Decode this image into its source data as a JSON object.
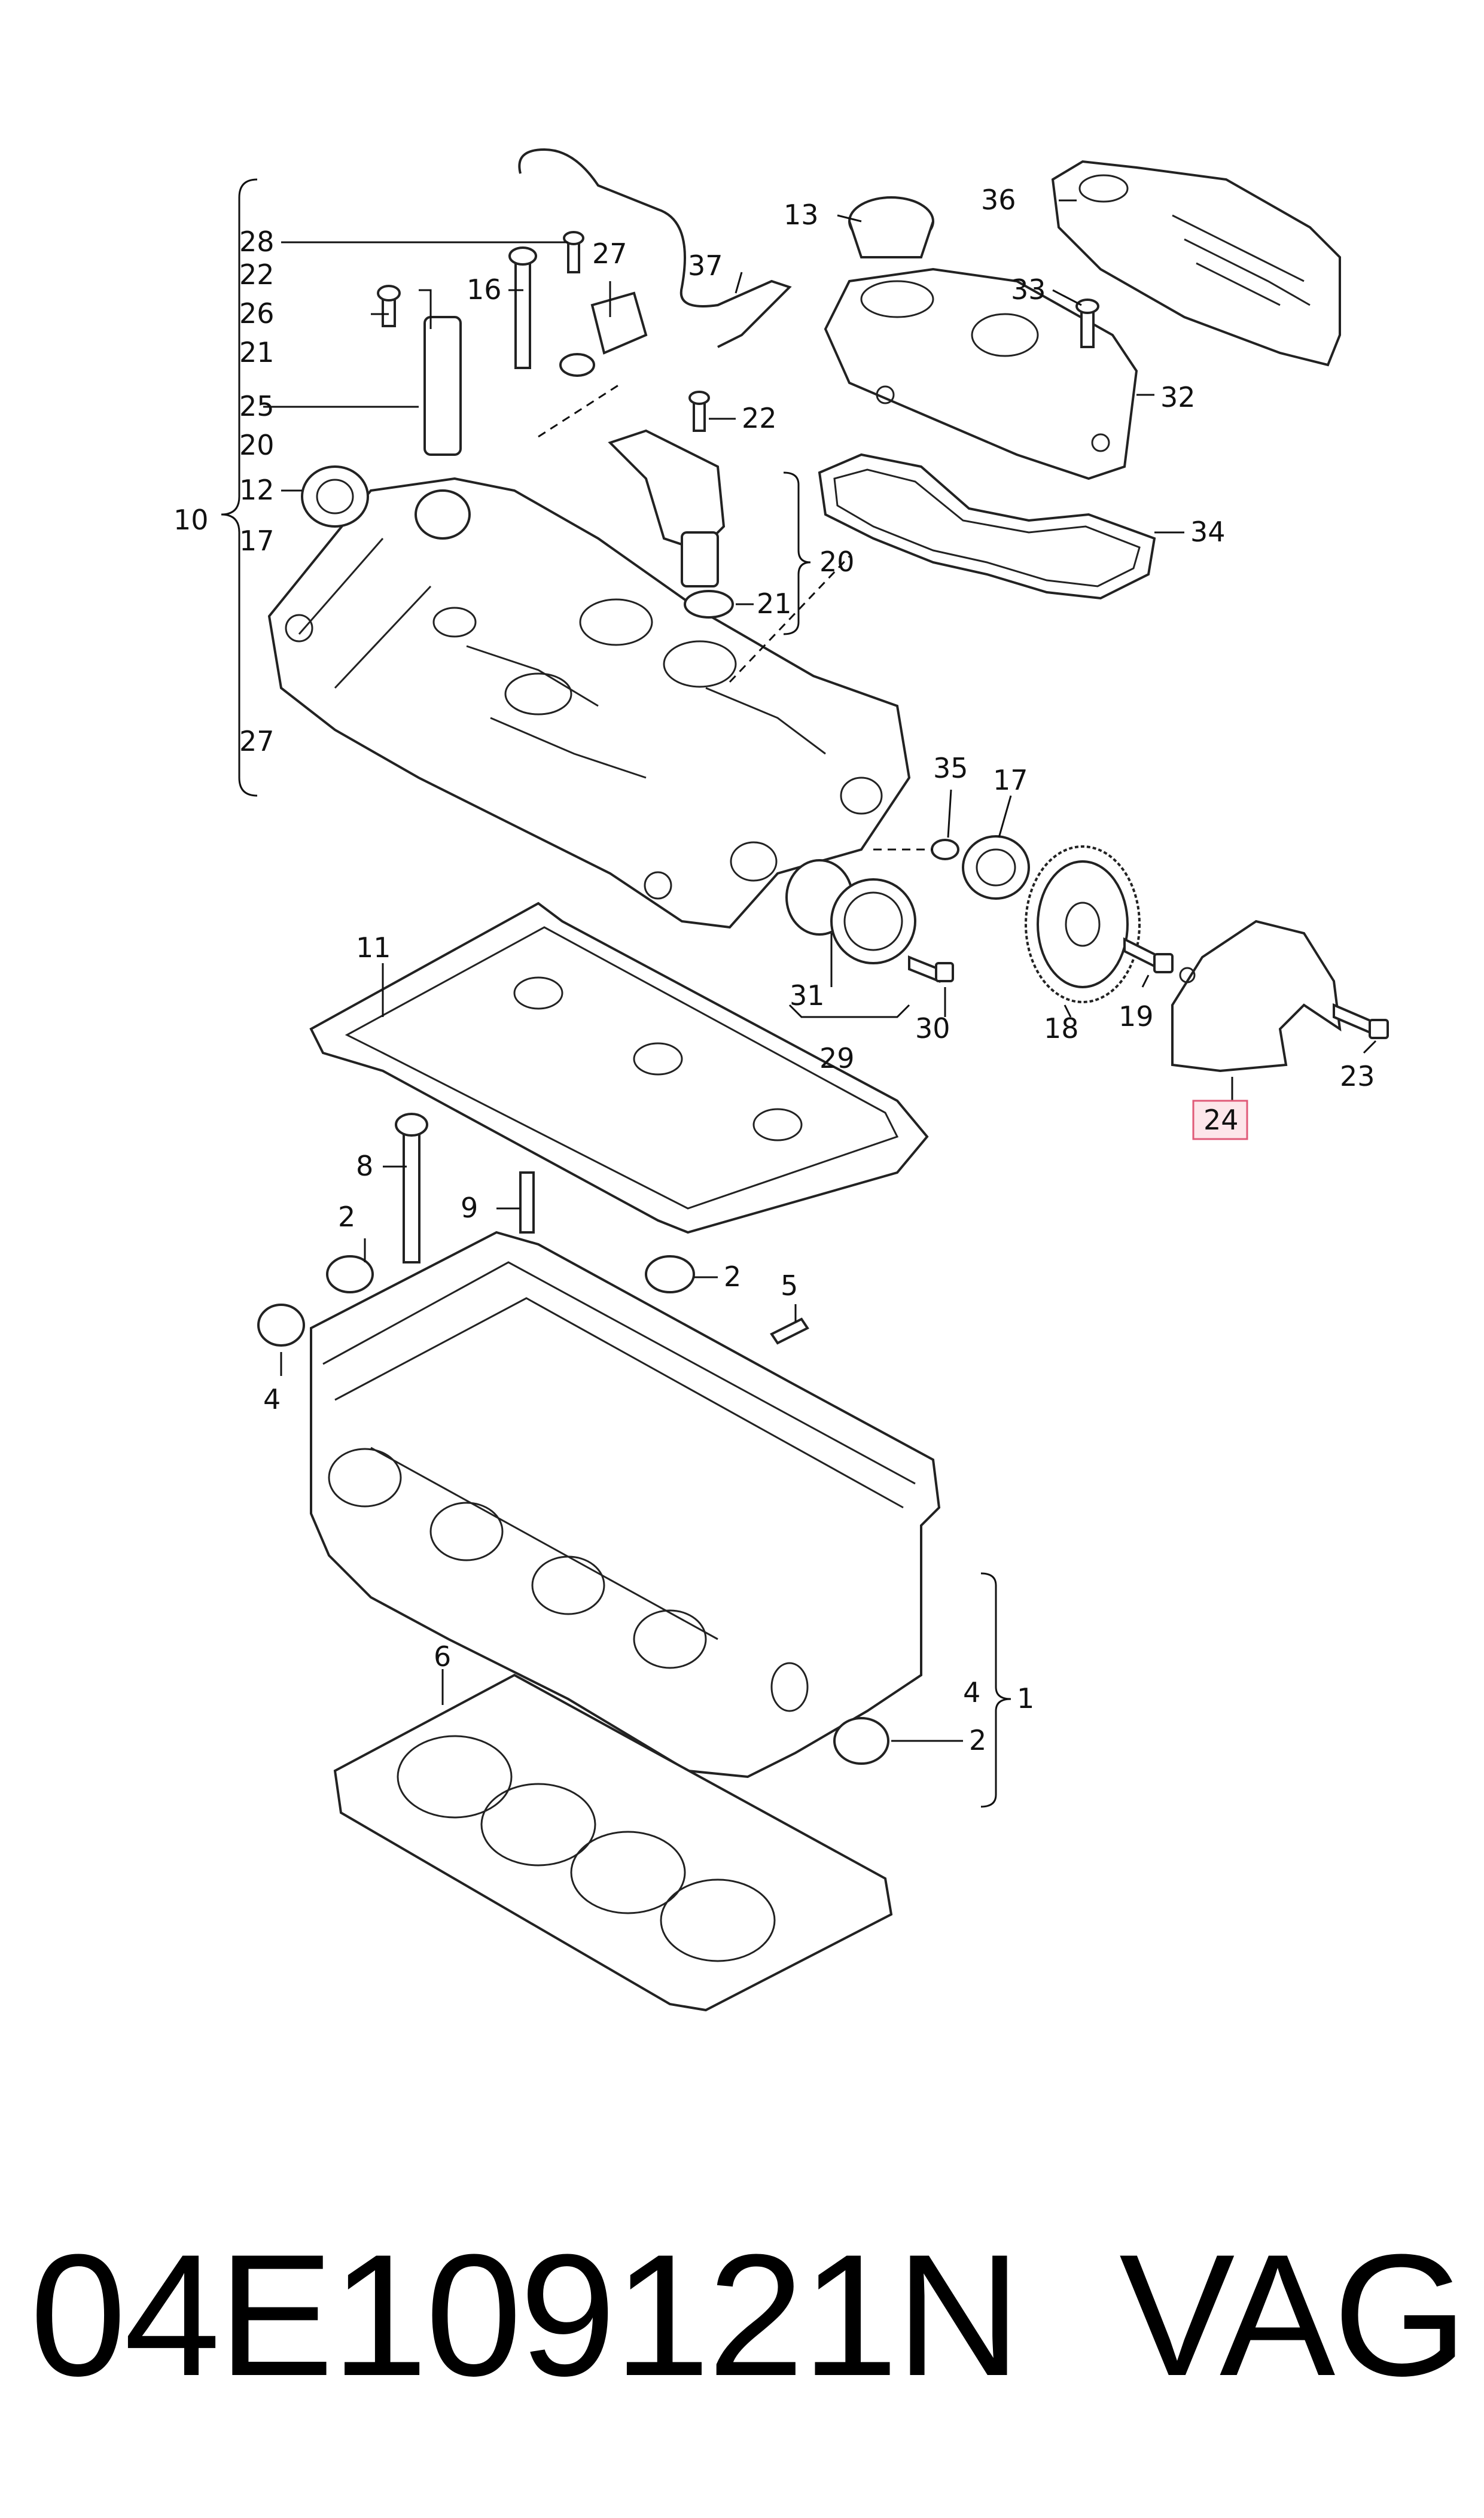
{
  "diagram": {
    "callouts": {
      "c1": "1",
      "c2a": "2",
      "c2b": "2",
      "c2c": "2",
      "c4a": "4",
      "c4b": "4",
      "c5": "5",
      "c6": "6",
      "c8": "8",
      "c9": "9",
      "c10": "10",
      "c11": "11",
      "c12": "12",
      "c13": "13",
      "c16": "16",
      "c17a": "17",
      "c17b": "17",
      "c18": "18",
      "c19": "19",
      "c20a": "20",
      "c20b": "20",
      "c21a": "21",
      "c21b": "21",
      "c22a": "22",
      "c22b": "22",
      "c23": "23",
      "c24": "24",
      "c25": "25",
      "c26": "26",
      "c27a": "27",
      "c27b": "27",
      "c28": "28",
      "c29": "29",
      "c30": "30",
      "c31": "31",
      "c32": "32",
      "c33": "33",
      "c34": "34",
      "c35": "35",
      "c36": "36",
      "c37": "37"
    },
    "highlighted_callout": "24",
    "highlight_color": "#e05a78"
  },
  "caption": {
    "part_number": "04E109121N",
    "brand": "VAG"
  }
}
